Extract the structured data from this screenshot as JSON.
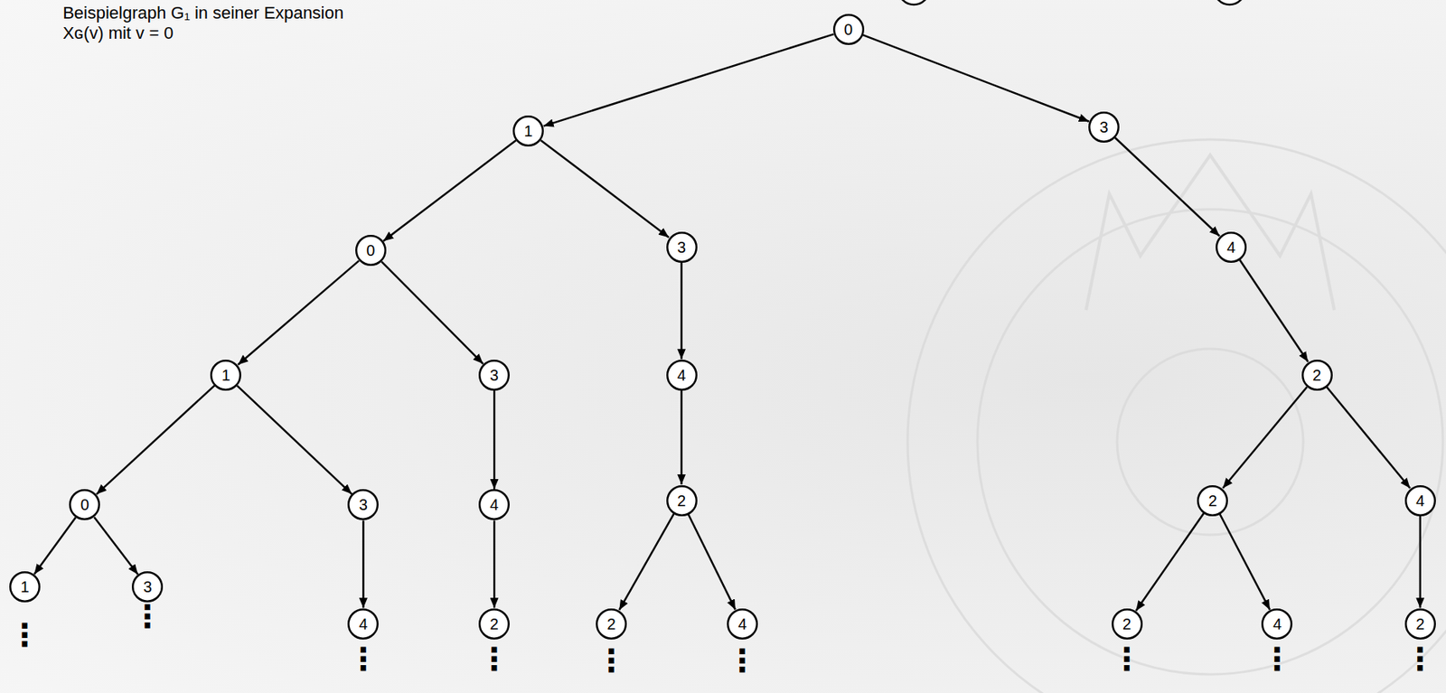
{
  "diagram": {
    "nodes": [
      {
        "text": [
          "0"
        ]
      },
      {
        "text": [
          "1"
        ]
      },
      {
        "text": [
          "3"
        ]
      },
      {
        "text": [
          "0"
        ]
      },
      {
        "text": [
          "3"
        ]
      },
      {
        "text": [
          "4"
        ]
      },
      {
        "text": [
          "1"
        ]
      },
      {
        "text": [
          "3"
        ]
      },
      {
        "text": [
          "4"
        ]
      },
      {
        "text": [
          "2"
        ]
      },
      {
        "text": [
          "0"
        ]
      },
      {
        "text": [
          "3"
        ]
      },
      {
        "text": [
          "4"
        ]
      },
      {
        "text": [
          "2"
        ]
      },
      {
        "text": [
          "2"
        ]
      },
      {
        "text": [
          "4"
        ]
      },
      {
        "text": [
          "1"
        ]
      },
      {
        "text": [
          "3"
        ]
      },
      {
        "text": [
          "4"
        ]
      },
      {
        "text": [
          "2"
        ]
      },
      {
        "text": [
          "2"
        ]
      },
      {
        "text": [
          "4"
        ]
      },
      {
        "text": [
          "2"
        ]
      },
      {
        "text": [
          "4"
        ]
      },
      {
        "text": [
          "2"
        ]
      }
    ],
    "edges": [
      {
        "from": 0,
        "to": 1,
        "arrow": "to"
      },
      {
        "from": 0,
        "to": 2,
        "arrow": "to"
      },
      {
        "from": 1,
        "to": 3,
        "arrow": "to"
      },
      {
        "from": 1,
        "to": 4,
        "arrow": "to"
      },
      {
        "from": 2,
        "to": 5,
        "arrow": "to"
      },
      {
        "from": 3,
        "to": 6,
        "arrow": "to"
      },
      {
        "from": 3,
        "to": 7,
        "arrow": "to"
      },
      {
        "from": 4,
        "to": 8,
        "arrow": "to"
      },
      {
        "from": 5,
        "to": 9,
        "arrow": "to"
      },
      {
        "from": 6,
        "to": 10,
        "arrow": "to"
      },
      {
        "from": 6,
        "to": 11,
        "arrow": "to"
      },
      {
        "from": 7,
        "to": 12,
        "arrow": "to"
      },
      {
        "from": 8,
        "to": 13,
        "arrow": "to"
      },
      {
        "from": 9,
        "to": 14,
        "arrow": "to"
      },
      {
        "from": 9,
        "to": 15,
        "arrow": "to"
      },
      {
        "from": 10,
        "to": 16,
        "arrow": "to"
      },
      {
        "from": 10,
        "to": 17,
        "arrow": "to"
      },
      {
        "from": 11,
        "to": 18,
        "arrow": "to"
      },
      {
        "from": 12,
        "to": 19,
        "arrow": "to"
      },
      {
        "from": 13,
        "to": 20,
        "arrow": "to"
      },
      {
        "from": 13,
        "to": 21,
        "arrow": "to"
      },
      {
        "from": 14,
        "to": 22,
        "arrow": "to"
      },
      {
        "from": 14,
        "to": 23,
        "arrow": "to"
      },
      {
        "from": 15,
        "to": 24,
        "arrow": "to"
      }
    ],
    "labels": [
      "Beispielgraph G₁ in seiner Expansion Xɢ(v) mit v = 0",
      "⋮",
      "⋮",
      "⋮",
      "⋮",
      "⋮",
      "⋮",
      "⋮",
      "⋮",
      "⋮"
    ]
  }
}
